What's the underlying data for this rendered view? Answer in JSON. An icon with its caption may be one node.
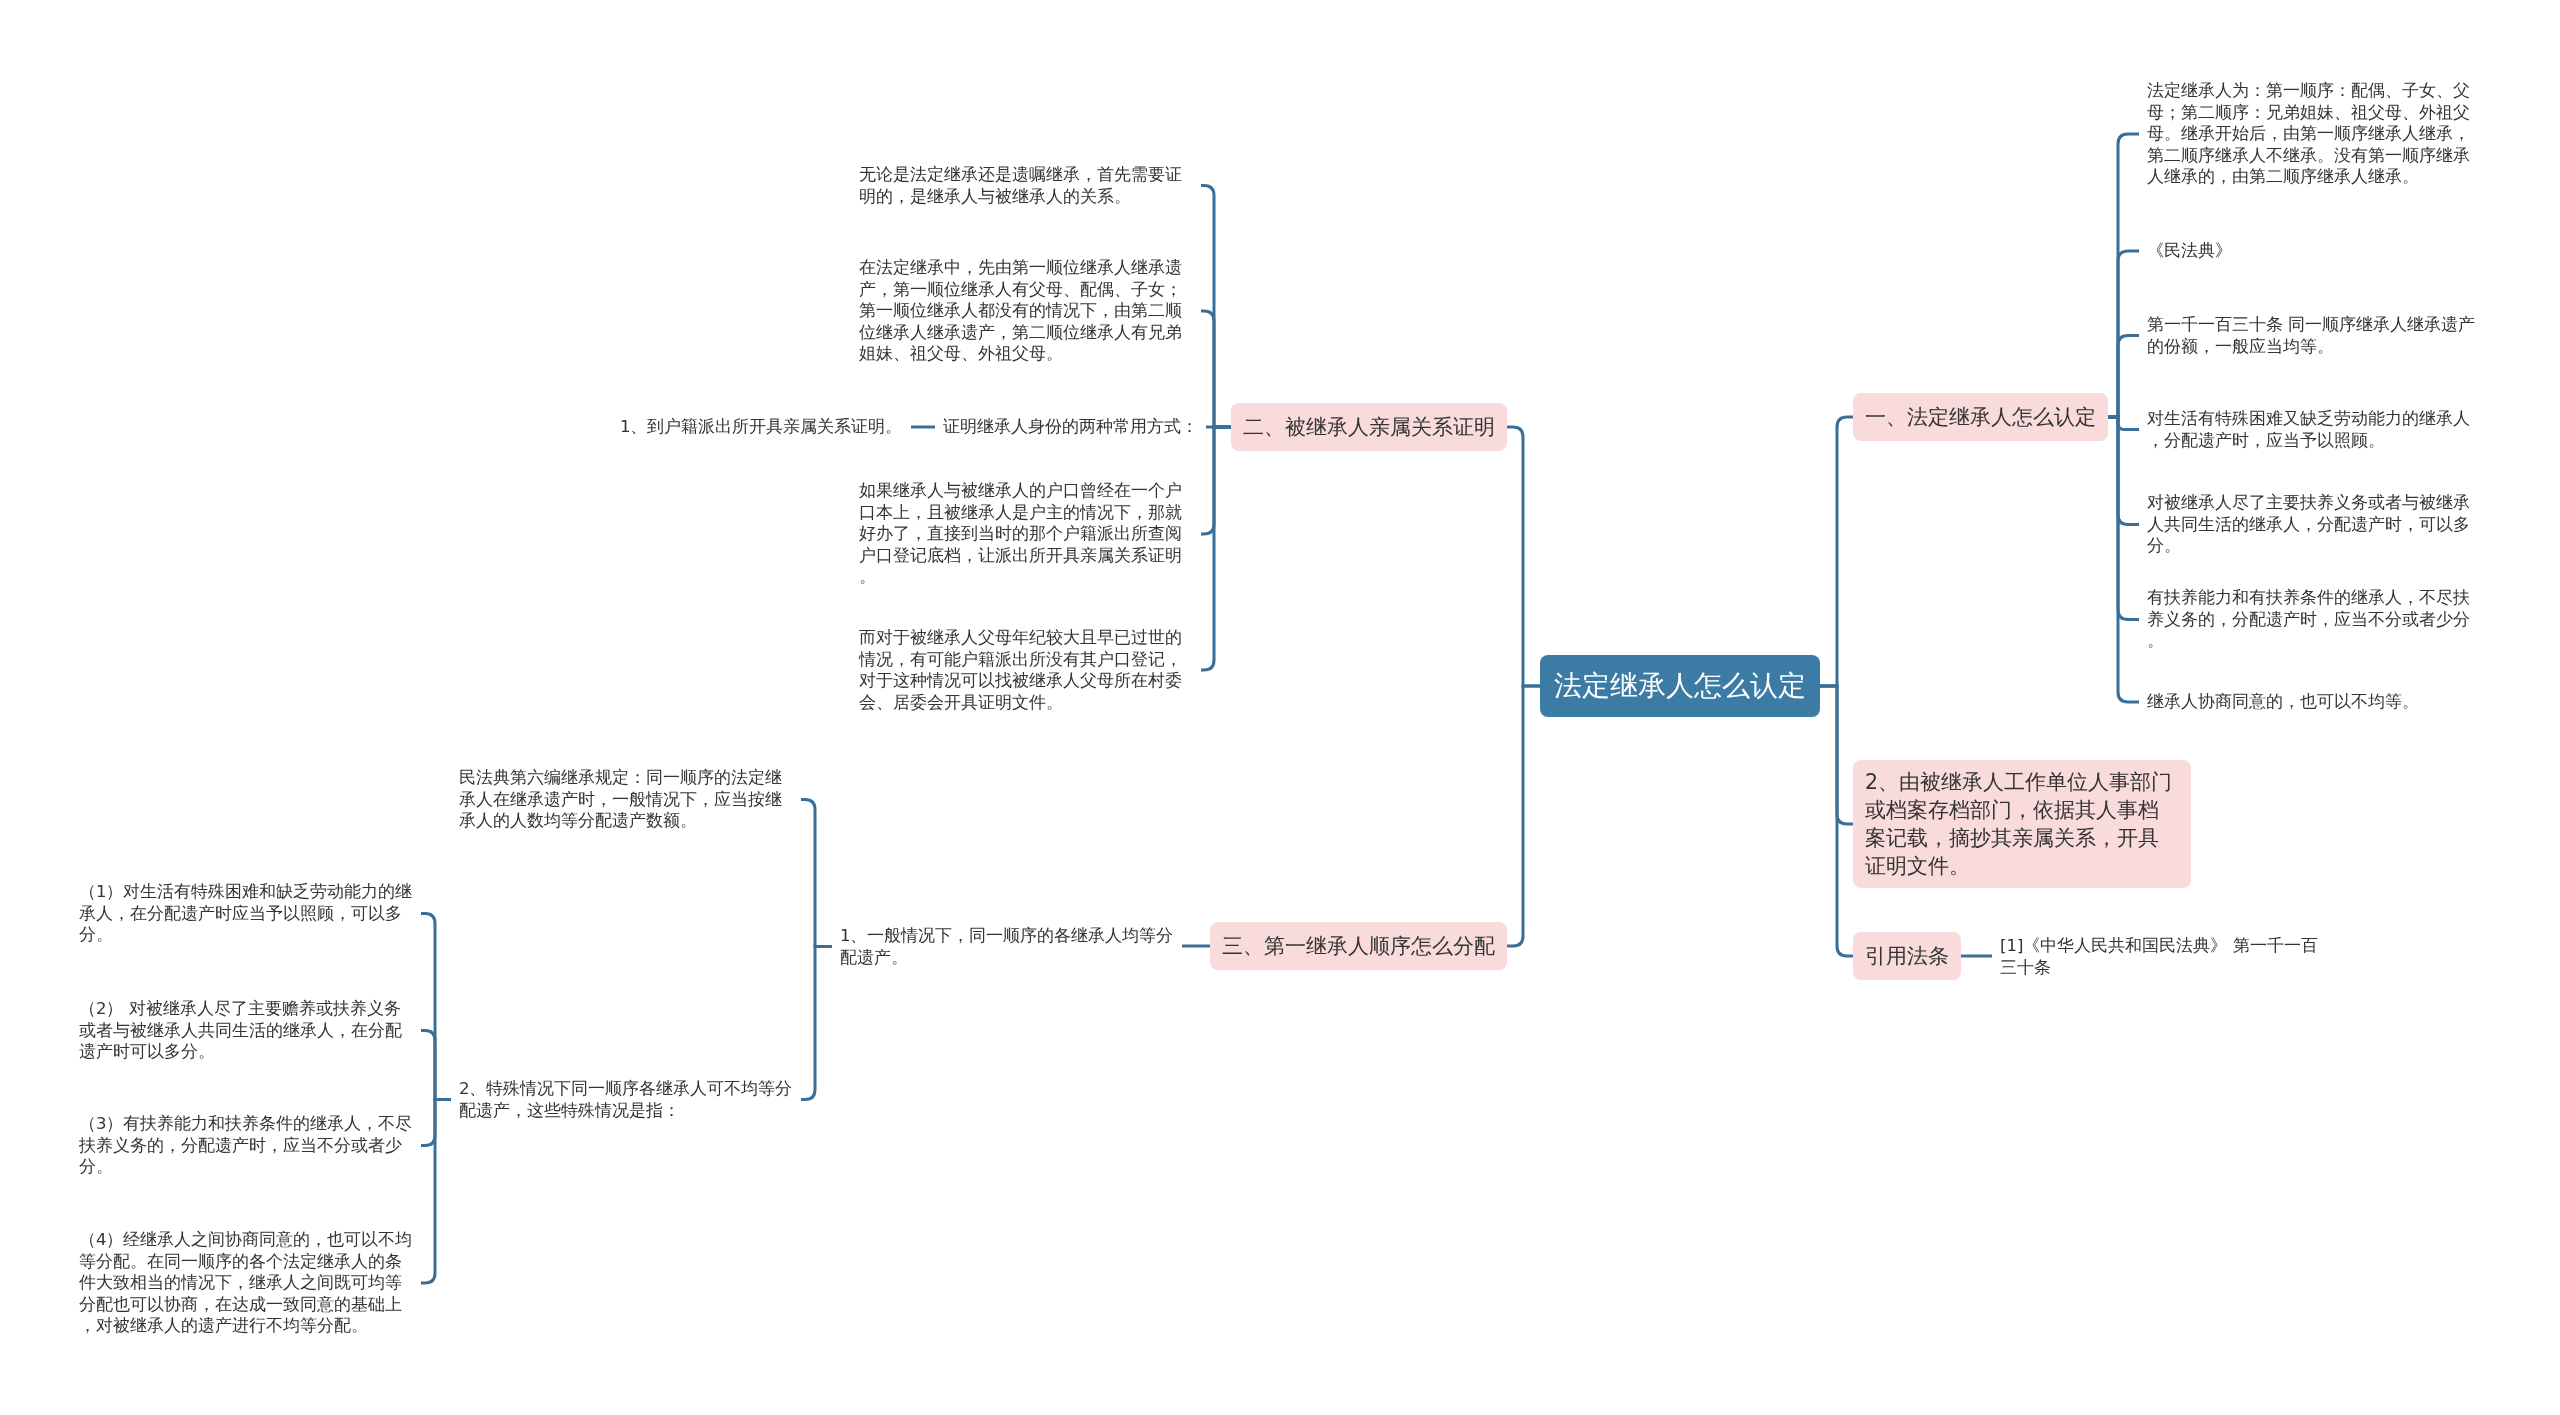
{
  "diagram": {
    "nodes": [
      {
        "text": [
          "法定继承人怎么认定"
        ]
      },
      {
        "text": [
          "一、法定继承人怎么认定"
        ]
      },
      {
        "text": [
          "法定继承人为：第一顺序：配偶、子女、父母；第二顺序：兄弟姐妹、祖父母、外祖父母。继承开始后，由第一顺序继承人继承，第二顺序继承人不继承。没有第一顺序继承人继承的，由第二顺序继承人继承。"
        ]
      },
      {
        "text": [
          "《民法典》"
        ]
      },
      {
        "text": [
          "第一千一百三十条 同一顺序继承人继承遗产的份额，一般应当均等。"
        ]
      },
      {
        "text": [
          "对生活有特殊困难又缺乏劳动能力的继承人，分配遗产时，应当予以照顾。"
        ]
      },
      {
        "text": [
          "对被继承人尽了主要扶养义务或者与被继承人共同生活的继承人，分配遗产时，可以多分。"
        ]
      },
      {
        "text": [
          "有扶养能力和有扶养条件的继承人，不尽扶养义务的，分配遗产时，应当不分或者少分。"
        ]
      },
      {
        "text": [
          "继承人协商同意的，也可以不均等。"
        ]
      },
      {
        "text": [
          "2、由被继承人工作单位人事部门或档案存档部门，依据其人事档案记载，摘抄其亲属关系，开具证明文件。"
        ]
      },
      {
        "text": [
          "引用法条"
        ]
      },
      {
        "text": [
          "[1]《中华人民共和国民法典》 第一千一百三十条"
        ]
      },
      {
        "text": [
          "二、被继承人亲属关系证明"
        ]
      },
      {
        "text": [
          "无论是法定继承还是遗嘱继承，首先需要证明的，是继承人与被继承人的关系。"
        ]
      },
      {
        "text": [
          "在法定继承中，先由第一顺位继承人继承遗产，第一顺位继承人有父母、配偶、子女；第一顺位继承人都没有的情况下，由第二顺位继承人继承遗产，第二顺位继承人有兄弟姐妹、祖父母、外祖父母。"
        ]
      },
      {
        "text": [
          "证明继承人身份的两种常用方式："
        ]
      },
      {
        "text": [
          "1、到户籍派出所开具亲属关系证明。"
        ]
      },
      {
        "text": [
          "如果继承人与被继承人的户口曾经在一个户口本上，且被继承人是户主的情况下，那就好办了，直接到当时的那个户籍派出所查阅户口登记底档，让派出所开具亲属关系证明。"
        ]
      },
      {
        "text": [
          "而对于被继承人父母年纪较大且早已过世的情况，有可能户籍派出所没有其户口登记，对于这种情况可以找被继承人父母所在村委会、居委会开具证明文件。"
        ]
      },
      {
        "text": [
          "三、第一继承人顺序怎么分配"
        ]
      },
      {
        "text": [
          "1、一般情况下，同一顺序的各继承人均等分配遗产。"
        ]
      },
      {
        "text": [
          "民法典第六编继承规定：同一顺序的法定继承人在继承遗产时，一般情况下，应当按继承人的人数均等分配遗产数额。"
        ]
      },
      {
        "text": [
          "2、特殊情况下同一顺序各继承人可不均等分配遗产，这些特殊情况是指："
        ]
      },
      {
        "text": [
          "（1）对生活有特殊困难和缺乏劳动能力的继承人，在分配遗产时应当予以照顾，可以多分。"
        ]
      },
      {
        "text": [
          "（2） 对被继承人尽了主要赡养或扶养义务或者与被继承人共同生活的继承人，在分配遗产时可以多分。"
        ]
      },
      {
        "text": [
          "（3）有扶养能力和扶养条件的继承人，不尽扶养义务的，分配遗产时，应当不分或者少分。"
        ]
      },
      {
        "text": [
          "（4）经继承人之间协商同意的，也可以不均等分配。在同一顺序的各个法定继承人的条件大致相当的情况下，继承人之间既可均等分配也可以协商，在达成一致同意的基础上，对被继承人的遗产进行不均等分配。"
        ]
      }
    ],
    "edges": [
      {
        "from": 0,
        "to": 1,
        "arrow": "none"
      },
      {
        "from": 1,
        "to": 2,
        "arrow": "none"
      },
      {
        "from": 1,
        "to": 3,
        "arrow": "none"
      },
      {
        "from": 1,
        "to": 4,
        "arrow": "none"
      },
      {
        "from": 1,
        "to": 5,
        "arrow": "none"
      },
      {
        "from": 1,
        "to": 6,
        "arrow": "none"
      },
      {
        "from": 1,
        "to": 7,
        "arrow": "none"
      },
      {
        "from": 1,
        "to": 8,
        "arrow": "none"
      },
      {
        "from": 0,
        "to": 9,
        "arrow": "none"
      },
      {
        "from": 0,
        "to": 10,
        "arrow": "none"
      },
      {
        "from": 10,
        "to": 11,
        "arrow": "none"
      },
      {
        "from": 0,
        "to": 12,
        "arrow": "none"
      },
      {
        "from": 12,
        "to": 13,
        "arrow": "none"
      },
      {
        "from": 12,
        "to": 14,
        "arrow": "none"
      },
      {
        "from": 12,
        "to": 15,
        "arrow": "none"
      },
      {
        "from": 15,
        "to": 16,
        "arrow": "none"
      },
      {
        "from": 12,
        "to": 17,
        "arrow": "none"
      },
      {
        "from": 12,
        "to": 18,
        "arrow": "none"
      },
      {
        "from": 0,
        "to": 19,
        "arrow": "none"
      },
      {
        "from": 19,
        "to": 20,
        "arrow": "none"
      },
      {
        "from": 20,
        "to": 21,
        "arrow": "none"
      },
      {
        "from": 20,
        "to": 22,
        "arrow": "none"
      },
      {
        "from": 22,
        "to": 23,
        "arrow": "none"
      },
      {
        "from": 22,
        "to": 24,
        "arrow": "none"
      },
      {
        "from": 22,
        "to": 25,
        "arrow": "none"
      },
      {
        "from": 22,
        "to": 26,
        "arrow": "none"
      }
    ]
  }
}
